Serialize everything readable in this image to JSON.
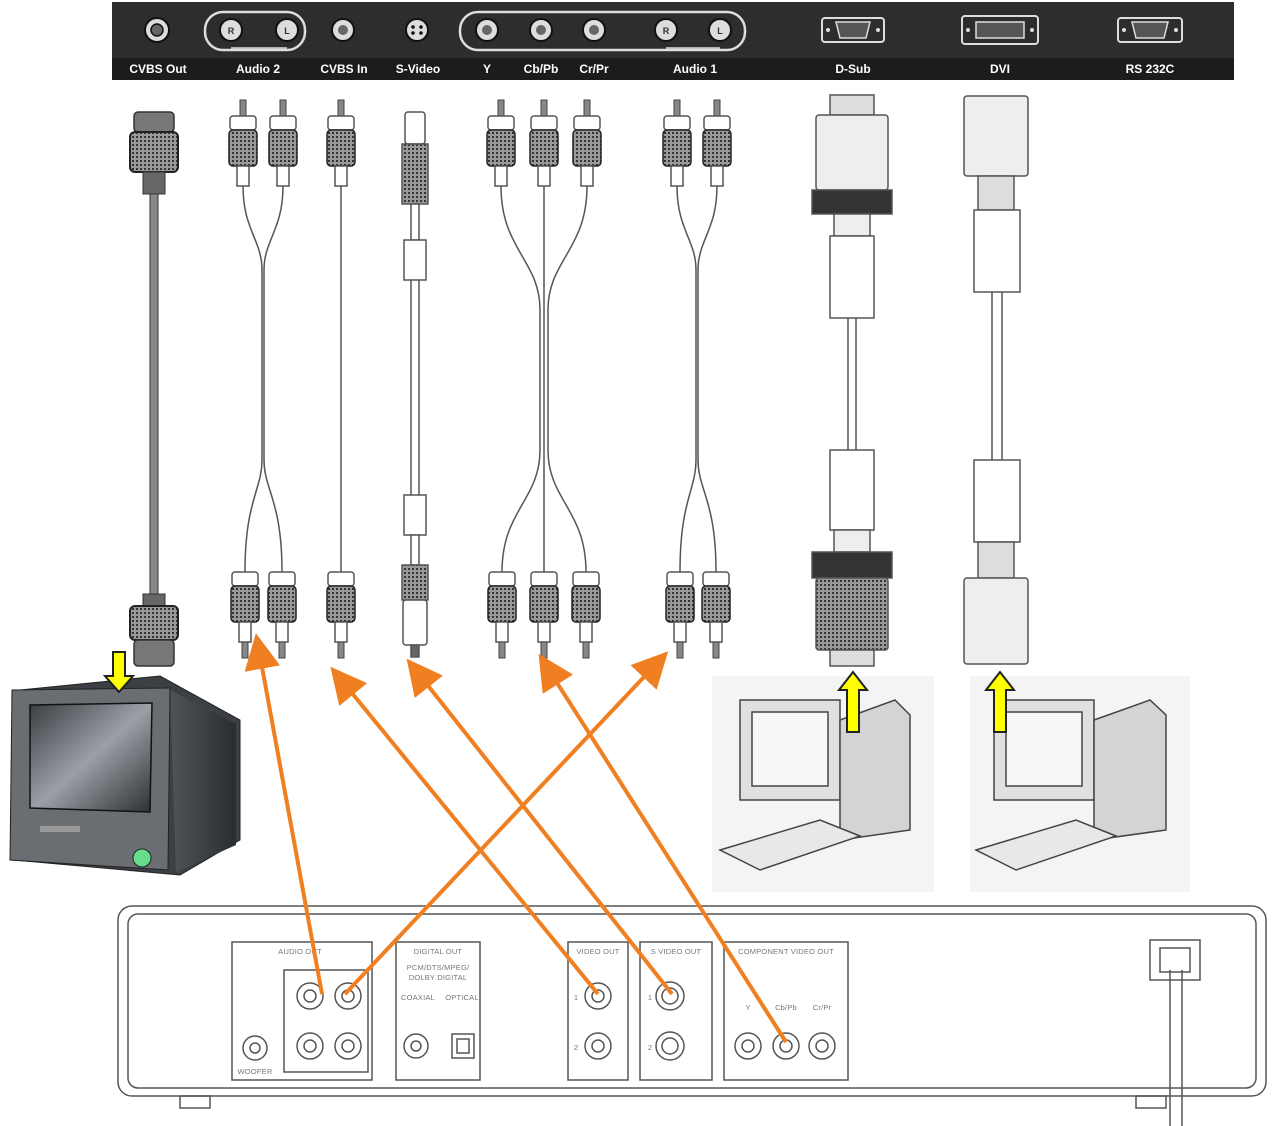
{
  "top_panel": {
    "labels": {
      "cvbs_out": "CVBS Out",
      "audio2": "Audio 2",
      "cvbs_in": "CVBS In",
      "svideo": "S-Video",
      "y": "Y",
      "cb_pb": "Cb/Pb",
      "cr_pr": "Cr/Pr",
      "audio1": "Audio 1",
      "dsub": "D-Sub",
      "dvi": "DVI",
      "rs232c": "RS 232C"
    },
    "jack_letters": {
      "r": "R",
      "l": "L"
    }
  },
  "dvd_panel": {
    "audio_out": "AUDIO OUT",
    "digital_out": "DIGITAL OUT",
    "digital_formats_1": "PCM/DTS/MPEG/",
    "digital_formats_2": "DOLBY DIGITAL",
    "coaxial": "COAXIAL",
    "optical": "OPTICAL",
    "video_out": "VIDEO OUT",
    "s_video_out": "S VIDEO OUT",
    "component_video_out": "COMPONENT VIDEO OUT",
    "woofer": "WOOFER",
    "y": "Y",
    "cb_pb": "Cb/Pb",
    "cr_pr": "Cr/Pr",
    "jack1": "1",
    "jack2": "2"
  },
  "colors": {
    "panel_bg": "#2d2d2d",
    "cable_arrow": "#f07f22",
    "input_arrow_fill": "#ffff00",
    "input_arrow_stroke": "#222222",
    "line": "#555555"
  }
}
